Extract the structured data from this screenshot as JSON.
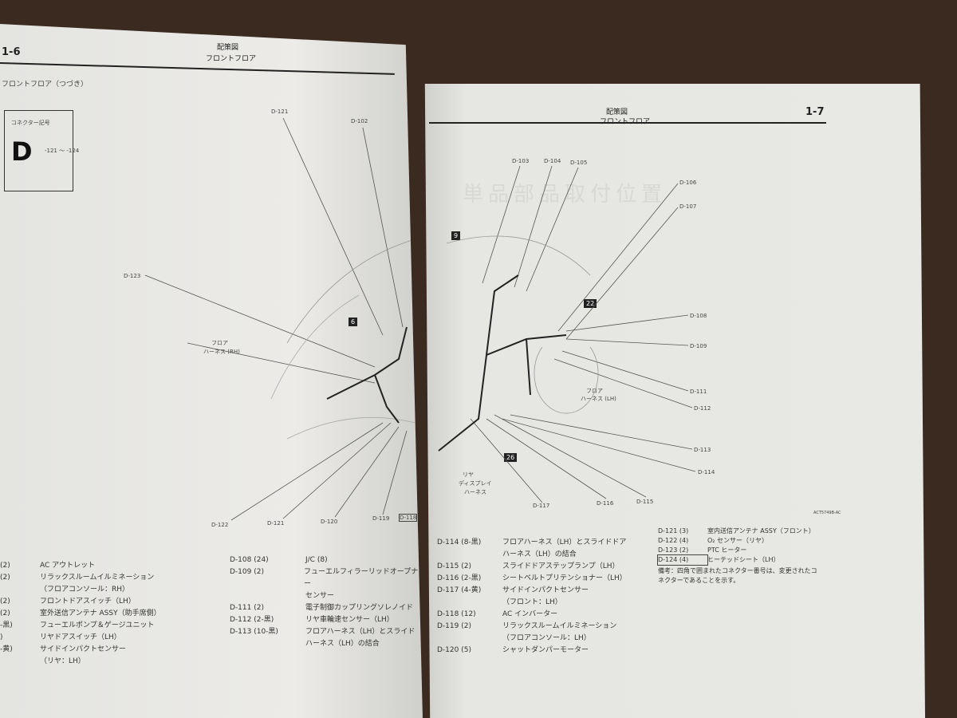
{
  "left_page": {
    "page_number": "1-6",
    "title": "配策図",
    "subtitle": "フロントフロア",
    "section": "フロントフロア（つづき）",
    "connector_box": {
      "label": "コネクター記号",
      "letter": "D",
      "range": "-121 ～ -124"
    },
    "callouts": [
      "D-121",
      "D-102",
      "D-123",
      "D-122",
      "D-121",
      "D-120",
      "D-119",
      "D-118"
    ],
    "harness_label": [
      "フロア",
      "ハーネス (RH)"
    ],
    "marker": "6",
    "legend_col1": [
      {
        "code": "(2)",
        "text": "AC アウトレット"
      },
      {
        "code": "(2)",
        "text": "リラックスルームイルミネーション"
      },
      {
        "code": "",
        "text": "（フロアコンソール：RH）"
      },
      {
        "code": "(2)",
        "text": "フロントドアスイッチ（LH）"
      },
      {
        "code": "(2)",
        "text": "室外送信アンテナ ASSY（助手席側）"
      },
      {
        "code": "-黒)",
        "text": "フューエルポンプ＆ゲージユニット"
      },
      {
        "code": ")",
        "text": "リヤドアスイッチ（LH）"
      },
      {
        "code": "-黄)",
        "text": "サイドインパクトセンサー"
      },
      {
        "code": "",
        "text": "（リヤ：LH）"
      }
    ],
    "legend_col2": [
      {
        "code": "D-108 (24)",
        "text": "J/C (8)"
      },
      {
        "code": "D-109 (2)",
        "text": "フューエルフィラーリッドオープナー"
      },
      {
        "code": "",
        "text": "センサー"
      },
      {
        "code": "D-111 (2)",
        "text": "電子制御カップリングソレノイド"
      },
      {
        "code": "D-112 (2-黒)",
        "text": "リヤ車輪速センサー（LH）"
      },
      {
        "code": "D-113 (10-黒)",
        "text": "フロアハーネス（LH）とスライド"
      },
      {
        "code": "",
        "text": "ハーネス（LH）の結合"
      }
    ]
  },
  "right_page": {
    "page_number": "1-7",
    "title": "配策図",
    "subtitle": "フロントフロア",
    "watermark": "単品部品取付位置",
    "callouts_top": [
      "D-103",
      "D-104",
      "D-105",
      "D-106",
      "D-107"
    ],
    "callouts_right": [
      "D-108",
      "D-109",
      "D-111",
      "D-112",
      "D-113",
      "D-114"
    ],
    "callouts_bottom": [
      "D-117",
      "D-116",
      "D-115"
    ],
    "harness_label_lh": [
      "フロア",
      "ハーネス (LH)"
    ],
    "harness_label_rear": [
      "リヤ",
      "ディスプレイ",
      "ハーネス"
    ],
    "markers": [
      "9",
      "22",
      "26"
    ],
    "figure_code": "ACT5749B-AC",
    "legend_col1": [
      {
        "code": "D-114 (8-黒)",
        "text": "フロアハーネス（LH）とスライドドア"
      },
      {
        "code": "",
        "text": "ハーネス（LH）の結合"
      },
      {
        "code": "D-115 (2)",
        "text": "スライドドアステップランプ（LH）"
      },
      {
        "code": "D-116 (2-黒)",
        "text": "シートベルトプリテンショナー（LH）"
      },
      {
        "code": "D-117 (4-黄)",
        "text": "サイドインパクトセンサー"
      },
      {
        "code": "",
        "text": "（フロント：LH）"
      },
      {
        "code": "D-118 (12)",
        "text": "AC インバーター"
      },
      {
        "code": "D-119 (2)",
        "text": "リラックスルームイルミネーション"
      },
      {
        "code": "",
        "text": "（フロアコンソール：LH）"
      },
      {
        "code": "D-120 (5)",
        "text": "シャットダンパーモーター"
      }
    ],
    "legend_col2": [
      {
        "code": "D-121 (3)",
        "text": "室内送信アンテナ ASSY（フロント）"
      },
      {
        "code": "D-122 (4)",
        "text": "O₂ センサー（リヤ）"
      },
      {
        "code": "D-123 (2)",
        "text": "PTC ヒーター"
      },
      {
        "code": "D-124 (4)",
        "text": "ヒーテッドシート（LH）"
      }
    ],
    "note": [
      "備考：四角で囲まれたコネクター番号は、変更されたコ",
      "ネクターであることを示す。"
    ]
  }
}
